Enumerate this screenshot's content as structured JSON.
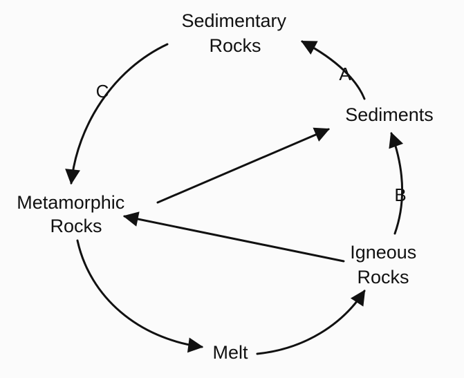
{
  "nodes": {
    "sedimentary": [
      "Sedimentary",
      "Rocks"
    ],
    "sediments": [
      "Sediments"
    ],
    "metamorphic": [
      "Metamorphic",
      "Rocks"
    ],
    "igneous": [
      "Igneous",
      "Rocks"
    ],
    "melt": [
      "Melt"
    ]
  },
  "edge_labels": {
    "a": "A",
    "b": "B",
    "c": "C"
  },
  "colors": {
    "line": "#111111",
    "text": "#111111",
    "background": "#fbfbfb"
  }
}
